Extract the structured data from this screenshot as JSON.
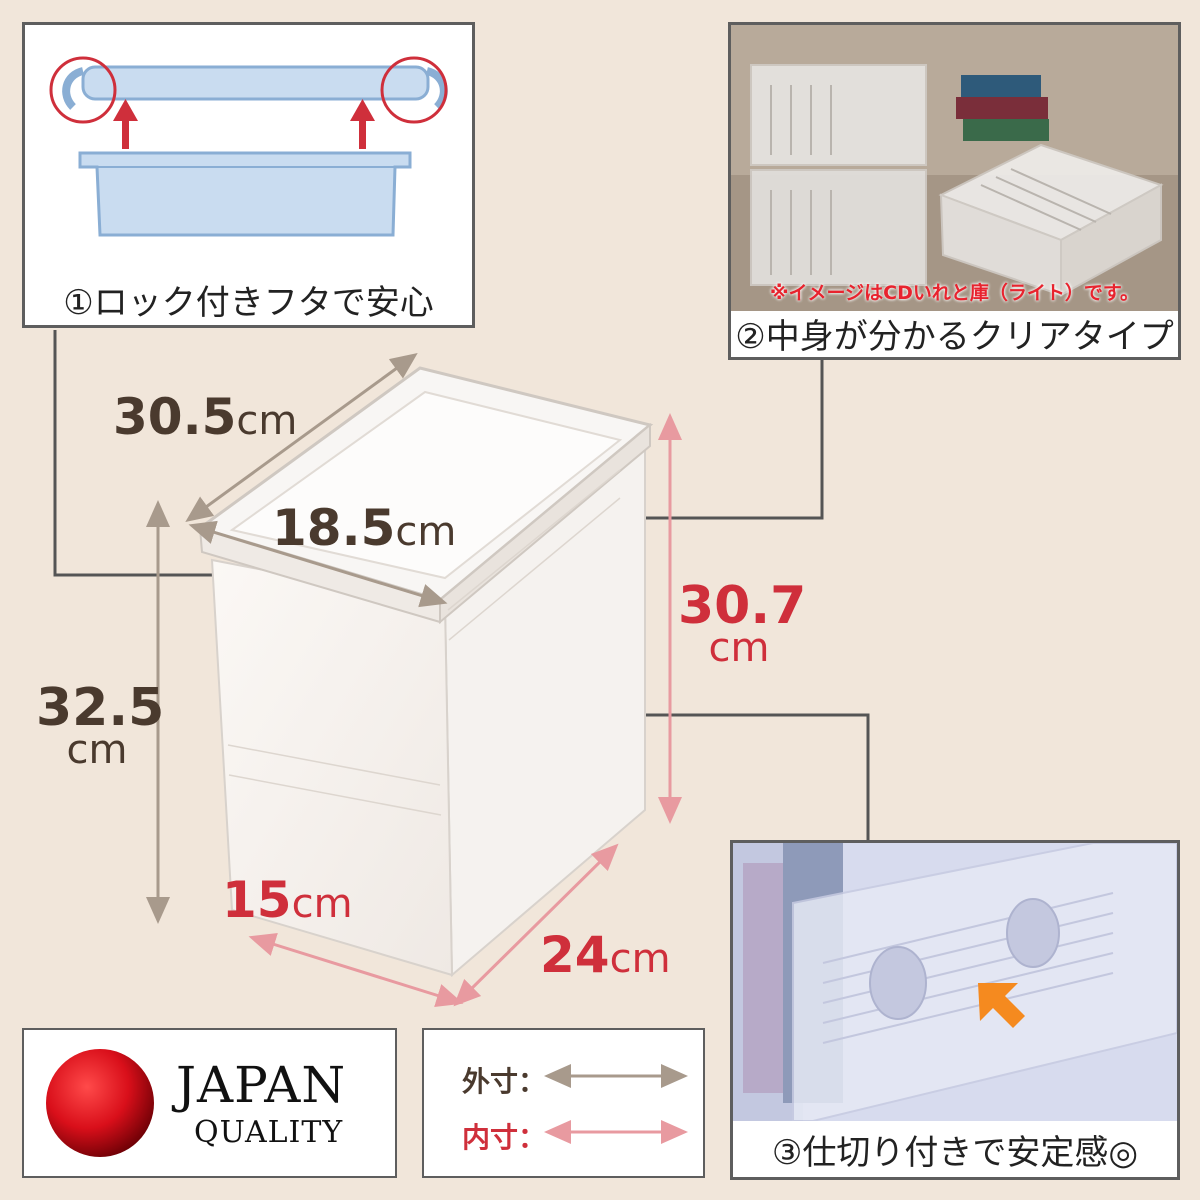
{
  "features": {
    "lock": {
      "caption": "①ロック付きフタで安心"
    },
    "clear": {
      "caption": "②中身が分かるクリアタイプ",
      "note": "※イメージはCDいれと庫（ライト）です。"
    },
    "divider": {
      "caption": "③仕切り付きで安定感◎"
    }
  },
  "dimensions": {
    "outer_depth": {
      "value": "30.5",
      "unit": "cm"
    },
    "outer_width": {
      "value": "18.5",
      "unit": "cm"
    },
    "outer_height": {
      "value": "32.5",
      "unit": "cm"
    },
    "inner_height": {
      "value": "30.7",
      "unit": "cm"
    },
    "inner_width": {
      "value": "15",
      "unit": "cm"
    },
    "inner_depth": {
      "value": "24",
      "unit": "cm"
    }
  },
  "badge": {
    "line1": "JAPAN",
    "line2": "QUALITY"
  },
  "legend": {
    "outer_label": "外寸：",
    "inner_label": "内寸："
  },
  "colors": {
    "outer": "#4a3a2e",
    "inner": "#cf2f3b",
    "background": "#f1e6da",
    "arrow_outer": "#a89a8c",
    "arrow_inner": "#e89aa0"
  }
}
